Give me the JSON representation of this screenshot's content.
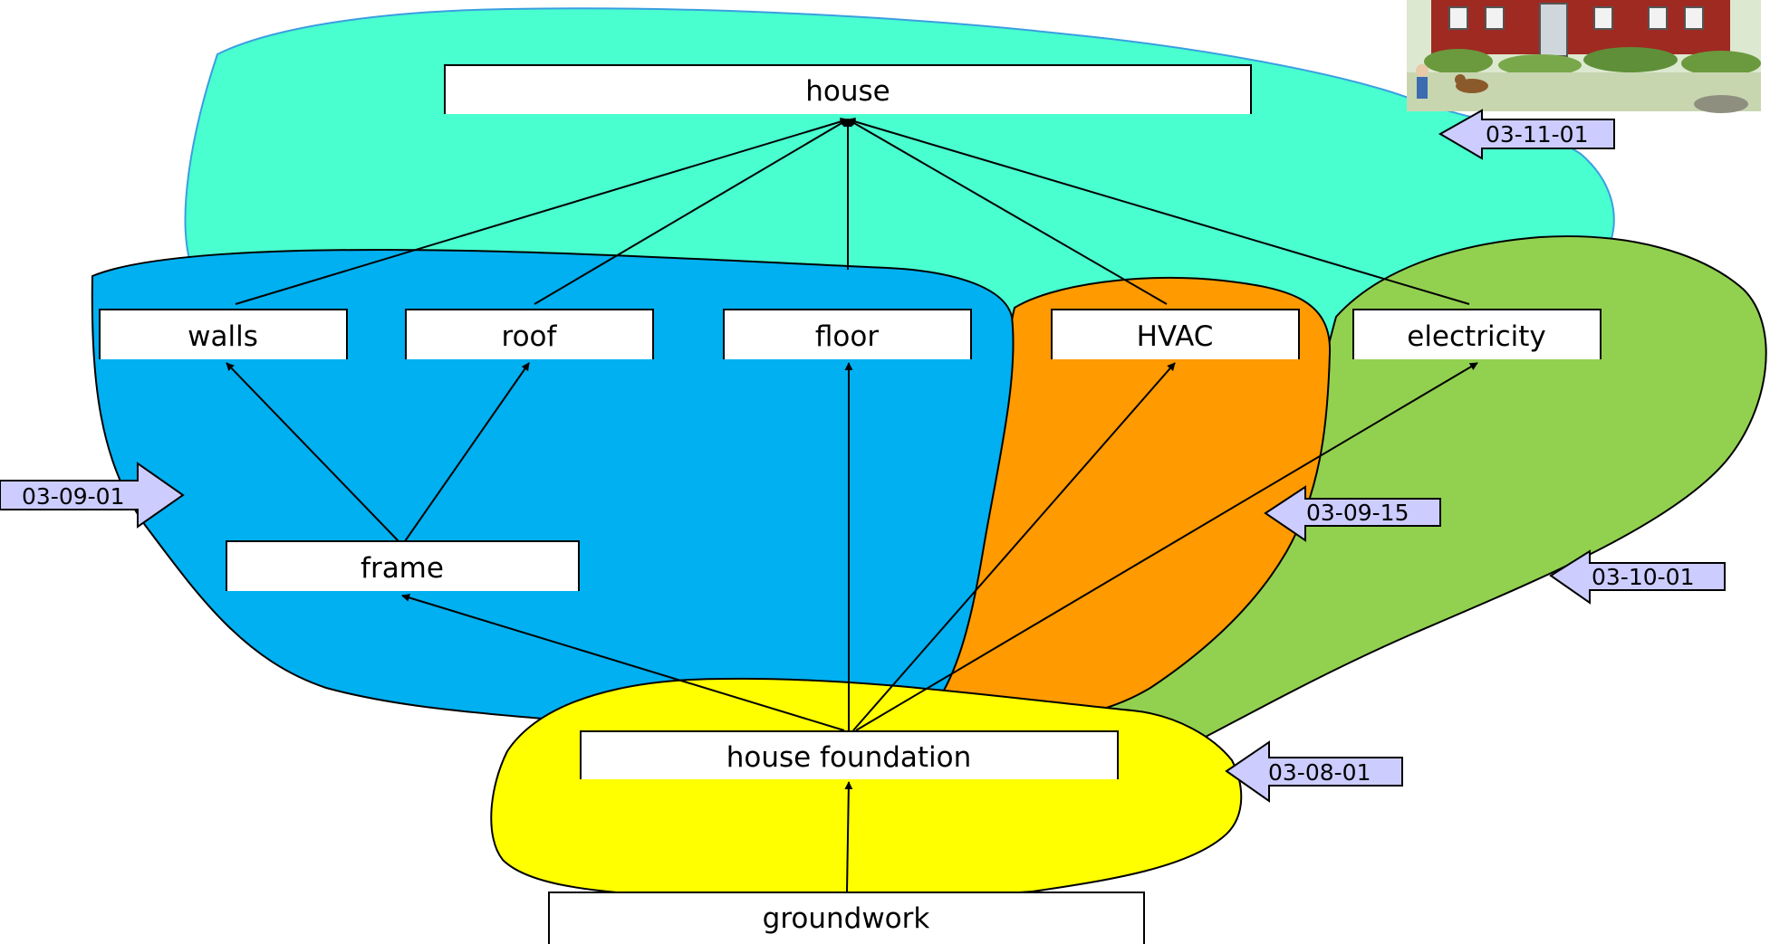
{
  "nodes": {
    "house": "house",
    "walls": "walls",
    "roof": "roof",
    "floor": "floor",
    "hvac": "HVAC",
    "electricity": "electricity",
    "frame": "frame",
    "house_foundation": "house foundation",
    "groundwork": "groundwork"
  },
  "dates": {
    "house": "03-11-01",
    "structure": "03-09-01",
    "hvac": "03-09-15",
    "electricity": "03-10-01",
    "foundation": "03-08-01"
  },
  "colors": {
    "house_region": "#49ffd0",
    "structure_region": "#00b0f0",
    "hvac_region": "#ff9a00",
    "electricity_region": "#92d050",
    "foundation_region": "#ffff00",
    "date_arrow_fill": "#ccccff"
  },
  "illustration": "red-house-picture"
}
